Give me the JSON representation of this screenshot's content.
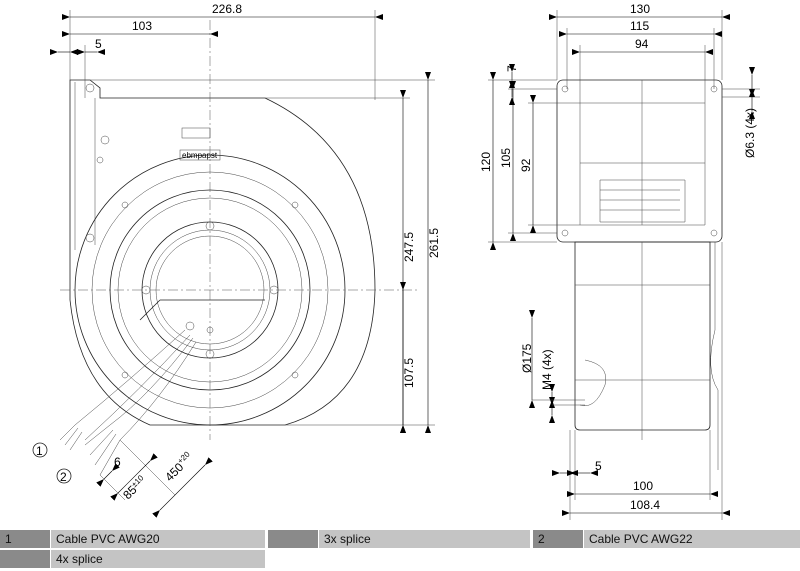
{
  "front_view": {
    "dims": {
      "overall_width": "226.8",
      "center_offset": "103",
      "flange_offset": "5",
      "overall_height": "261.5",
      "height_to_outlet": "247.5",
      "center_height": "107.5",
      "strip_length": "6",
      "split_length": "85",
      "split_tol": "±10",
      "cable_length": "450",
      "cable_tol": "+20"
    },
    "callouts": [
      "1",
      "2"
    ],
    "label_brand": "ebmpapst"
  },
  "side_view": {
    "dims": {
      "flange_width": "130",
      "hole_spacing_w": "115",
      "opening_width": "94",
      "hole_edge": "7",
      "flange_height": "120",
      "hole_spacing_h": "105",
      "opening_height": "92",
      "hole_dia": "Ø6.3 (4x)",
      "bolt_circle": "Ø175",
      "thread": "M4 (4x)",
      "depth_offset": "5",
      "body_depth": "100",
      "overall_depth": "108.4"
    }
  },
  "legend": {
    "rows": [
      [
        {
          "key": "1",
          "text": "Cable PVC AWG20"
        },
        {
          "key": "",
          "text": "3x splice"
        },
        {
          "key": "2",
          "text": "Cable PVC AWG22"
        }
      ],
      [
        {
          "key": "",
          "text": "4x splice"
        }
      ]
    ]
  }
}
